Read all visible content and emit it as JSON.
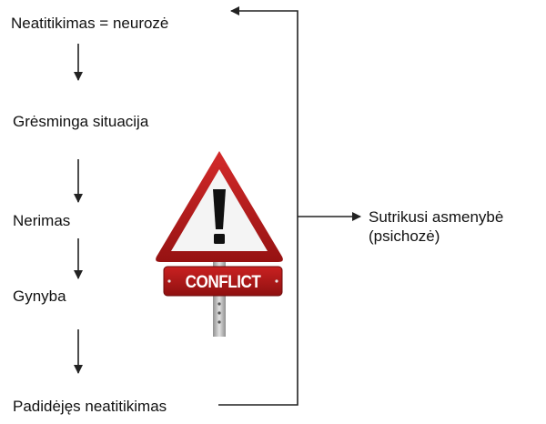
{
  "flow": {
    "step1": "Neatitikimas = neurozė",
    "step2": "Grėsminga situacija",
    "step3": "Nerimas",
    "step4": "Gynyba",
    "step5": "Padidėjęs neatitikimas"
  },
  "outcome": {
    "line1": "Sutrikusi asmenybė",
    "line2": "(psichozė)"
  },
  "sign": {
    "text": "CONFLICT",
    "icon": "warning-triangle-icon"
  },
  "colors": {
    "text": "#111111",
    "arrow": "#222222",
    "sign_red": "#b31b1b",
    "sign_white": "#ffffff",
    "pole_gray": "#b8b8b8"
  }
}
